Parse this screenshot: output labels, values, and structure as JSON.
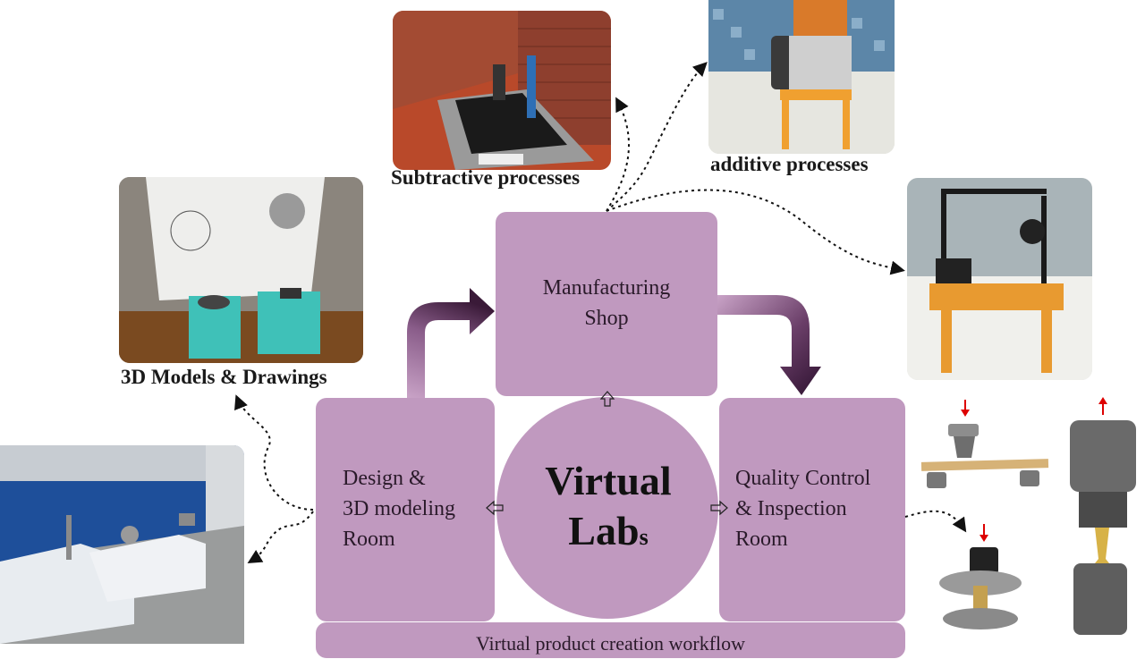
{
  "center": {
    "line1": "Virtual",
    "line2": "Lab",
    "suffix": "s"
  },
  "boxes": {
    "manufacturing": "Manufacturing\nShop",
    "design": "Design &\n3D modeling\nRoom",
    "quality": "Quality Control\n& Inspection\nRoom",
    "workflow": "Virtual product creation workflow"
  },
  "captions": {
    "subtractive": "Subtractive processes",
    "additive": "additive processes",
    "models": "3D Models & Drawings"
  },
  "colors": {
    "box": "#c099bf",
    "arrow_dark": "#3a1a38",
    "arrow_light": "#a07aa2"
  }
}
